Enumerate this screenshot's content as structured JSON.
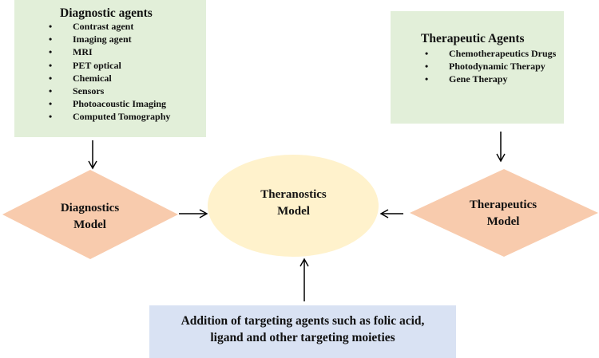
{
  "diagnostic_agents": {
    "title": "Diagnostic agents",
    "items": [
      "Contrast agent",
      "Imaging agent",
      "MRI",
      "PET optical",
      "Chemical",
      "Sensors",
      "Photoacoustic Imaging",
      "Computed Tomography"
    ]
  },
  "therapeutic_agents": {
    "title": "Therapeutic Agents",
    "items": [
      "Chemotherapeutics Drugs",
      "Photodynamic Therapy",
      "Gene Therapy"
    ]
  },
  "diagnostics_model": {
    "line1": "Diagnostics",
    "line2": "Model"
  },
  "theranostics_model": {
    "line1": "Theranostics",
    "line2": "Model"
  },
  "therapeutics_model": {
    "line1": "Therapeutics",
    "line2": "Model"
  },
  "targeting": {
    "line1": "Addition of targeting agents such as folic acid,",
    "line2": "ligand and other targeting moieties"
  },
  "colors": {
    "agent_box": "#e2efd9",
    "model_diamond": "#f8cbad",
    "center_ellipse": "#fff2cc",
    "targeting_box": "#d9e2f3",
    "arrow": "#000000"
  }
}
